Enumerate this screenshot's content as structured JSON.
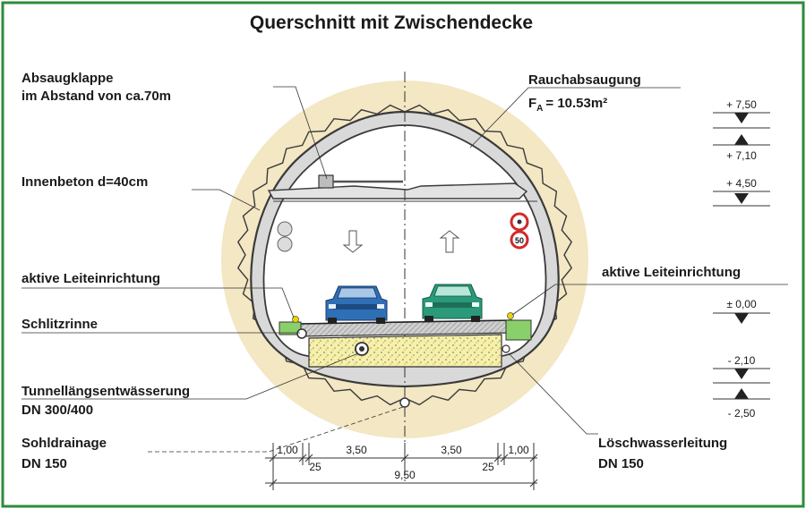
{
  "title": "Querschnitt mit Zwischendecke",
  "colors": {
    "frame": "#2e8b3a",
    "soil": "#f3e7c4",
    "concrete": "#d9d9d9",
    "lining": "#4a4a4a",
    "car_blue": "#2f6fb5",
    "car_green": "#2a9a7a",
    "sign_red": "#d12a2a",
    "fill": "#f6f0a8",
    "curb_green": "#7fc85a"
  },
  "labels": {
    "absaugklappe_1": "Absaugklappe",
    "absaugklappe_2": "im Abstand von ca.70m",
    "innenbeton": "Innenbeton d=40cm",
    "leit_left": "aktive Leiteinrichtung",
    "schlitzrinne": "Schlitzrinne",
    "tunnel_1": "Tunnellängsentwässerung",
    "tunnel_2": "DN 300/400",
    "sohl_1": "Sohldrainage",
    "sohl_2": "DN 150",
    "rauch_1": "Rauchabsaugung",
    "rauch_2_pre": "F",
    "rauch_2_sub": "A",
    "rauch_2_post": "= 10.53m²",
    "leit_right": "aktive Leiteinrichtung",
    "loesch_1": "Löschwasserleitung",
    "loesch_2": "DN 150",
    "sign_text": "50"
  },
  "levels": [
    "+ 7,50",
    "+ 7,10",
    "+ 4,50",
    "± 0,00",
    "- 2,10",
    "- 2,50"
  ],
  "dimensions": {
    "d1": "1,00",
    "d2": "3,50",
    "d3": "3,50",
    "d4": "1,00",
    "s1": "25",
    "s2": "25",
    "total": "9,50"
  }
}
